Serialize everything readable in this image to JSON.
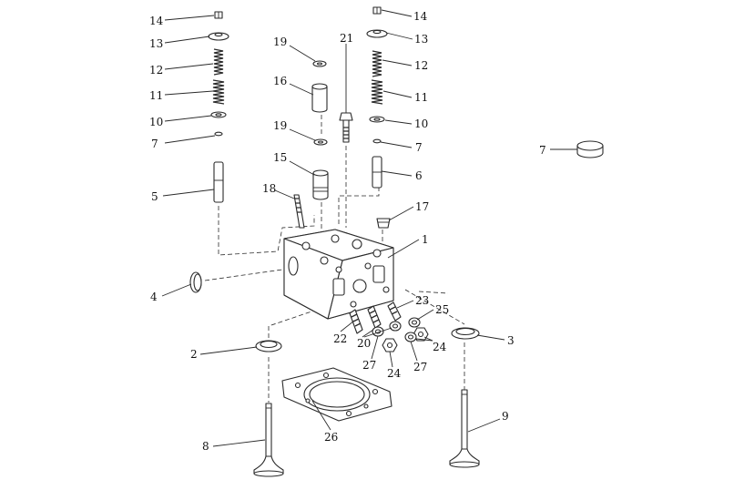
{
  "callouts": [
    {
      "id": "left-14",
      "label": "14",
      "part": "valve-cotter"
    },
    {
      "id": "left-13",
      "label": "13",
      "part": "spring-retainer"
    },
    {
      "id": "left-12",
      "label": "12",
      "part": "outer-spring"
    },
    {
      "id": "left-11",
      "label": "11",
      "part": "inner-spring"
    },
    {
      "id": "left-10",
      "label": "10",
      "part": "spring-seat"
    },
    {
      "id": "left-7",
      "label": "7",
      "part": "stem-seal"
    },
    {
      "id": "left-5",
      "label": "5",
      "part": "valve-guide"
    },
    {
      "id": "top-19",
      "label": "19",
      "part": "sleeve-washer"
    },
    {
      "id": "label-16",
      "label": "16",
      "part": "sleeve"
    },
    {
      "id": "mid-19",
      "label": "19",
      "part": "sleeve-washer"
    },
    {
      "id": "label-15",
      "label": "15",
      "part": "injector-sleeve"
    },
    {
      "id": "label-18",
      "label": "18",
      "part": "stud"
    },
    {
      "id": "label-21",
      "label": "21",
      "part": "head-bolt"
    },
    {
      "id": "right-14",
      "label": "14",
      "part": "valve-cotter"
    },
    {
      "id": "right-13",
      "label": "13",
      "part": "spring-retainer"
    },
    {
      "id": "right-12",
      "label": "12",
      "part": "outer-spring"
    },
    {
      "id": "right-11",
      "label": "11",
      "part": "inner-spring"
    },
    {
      "id": "right-10",
      "label": "10",
      "part": "spring-seat"
    },
    {
      "id": "right-7",
      "label": "7",
      "part": "stem-seal"
    },
    {
      "id": "right-6",
      "label": "6",
      "part": "valve-guide"
    },
    {
      "id": "label-17",
      "label": "17",
      "part": "plug"
    },
    {
      "id": "label-1",
      "label": "1",
      "part": "cylinder-head"
    },
    {
      "id": "far-7",
      "label": "7",
      "part": "stem-seal"
    },
    {
      "id": "label-4",
      "label": "4",
      "part": "sealing-ring"
    },
    {
      "id": "label-23",
      "label": "23",
      "part": "stud"
    },
    {
      "id": "label-25",
      "label": "25",
      "part": "washer"
    },
    {
      "id": "label-22",
      "label": "22",
      "part": "stud"
    },
    {
      "id": "label-20",
      "label": "20",
      "part": "stud"
    },
    {
      "id": "right-24",
      "label": "24",
      "part": "nut"
    },
    {
      "id": "label-3",
      "label": "3",
      "part": "valve-seat-insert"
    },
    {
      "id": "label-2",
      "label": "2",
      "part": "valve-seat-insert"
    },
    {
      "id": "left-27",
      "label": "27",
      "part": "washer"
    },
    {
      "id": "mid-24",
      "label": "24",
      "part": "nut"
    },
    {
      "id": "right-27",
      "label": "27",
      "part": "washer"
    },
    {
      "id": "label-26",
      "label": "26",
      "part": "head-gasket"
    },
    {
      "id": "label-9",
      "label": "9",
      "part": "exhaust-valve"
    },
    {
      "id": "label-8",
      "label": "8",
      "part": "intake-valve"
    }
  ]
}
